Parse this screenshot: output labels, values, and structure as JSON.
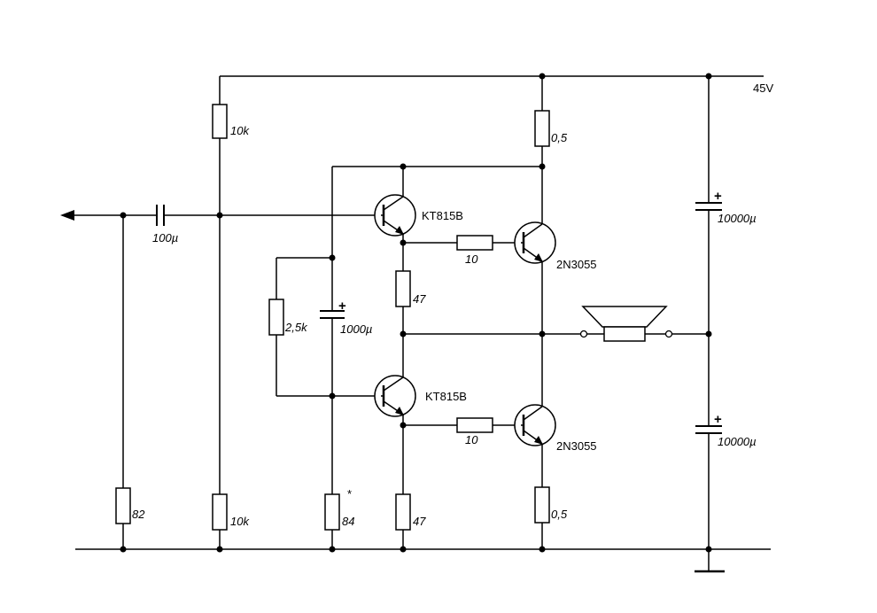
{
  "supply_label": "45V",
  "components": {
    "r_bias_top": "10k",
    "r_bias_bottom": "10k",
    "c_input": "100µ",
    "r_input": "82",
    "r_feedback": "2,5k",
    "c_bootstrap": "1000µ",
    "r_adjust": "84",
    "r_adjust_mark": "*",
    "q_driver_top": "KT815B",
    "q_driver_bottom": "KT815B",
    "r_base_top": "10",
    "r_base_bottom": "10",
    "q_out_top": "2N3055",
    "q_out_bottom": "2N3055",
    "r_mid": "47",
    "r_bottom_47": "47",
    "r_emitter_top": "0,5",
    "r_emitter_bottom": "0,5",
    "c_supply_top": "10000µ",
    "c_supply_bottom": "10000µ",
    "plus_sign": "+"
  }
}
